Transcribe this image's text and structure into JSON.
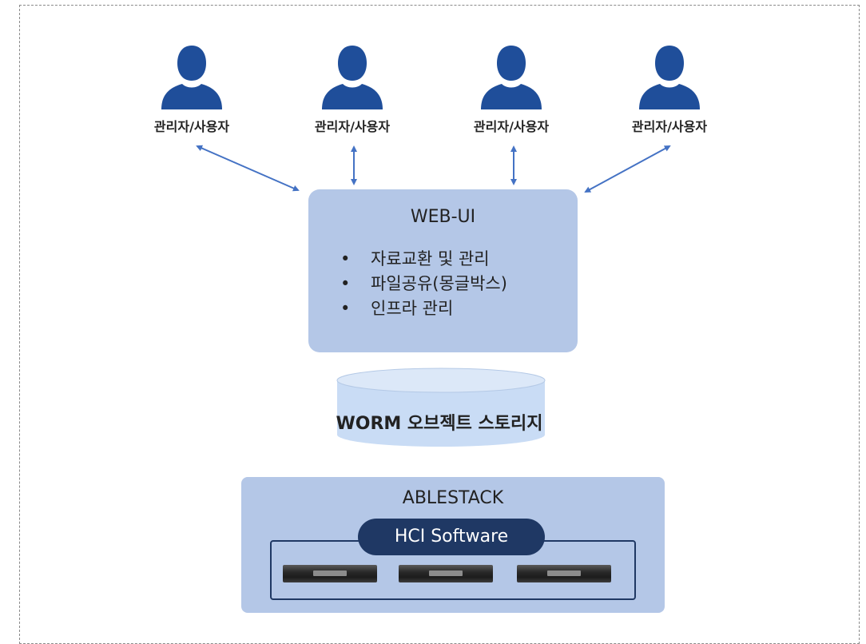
{
  "users": [
    {
      "label": "관리자/사용자"
    },
    {
      "label": "관리자/사용자"
    },
    {
      "label": "관리자/사용자"
    },
    {
      "label": "관리자/사용자"
    }
  ],
  "webui": {
    "title": "WEB-UI",
    "items": [
      "자료교환 및 관리",
      "파일공유(몽글박스)",
      "인프라 관리"
    ]
  },
  "storage": {
    "label": "WORM 오브젝트 스토리지"
  },
  "ablestack": {
    "title": "ABLESTACK",
    "hci_label": "HCI Software",
    "server_count": 3
  },
  "colors": {
    "user_icon": "#1f4e9a",
    "arrow": "#4472c4",
    "box_fill": "#b4c7e7",
    "hci_dark": "#1f3864",
    "db_fill": "#c9dcf5"
  },
  "icons": [
    "person-icon",
    "bullet-icon",
    "server-icon",
    "database-icon"
  ]
}
